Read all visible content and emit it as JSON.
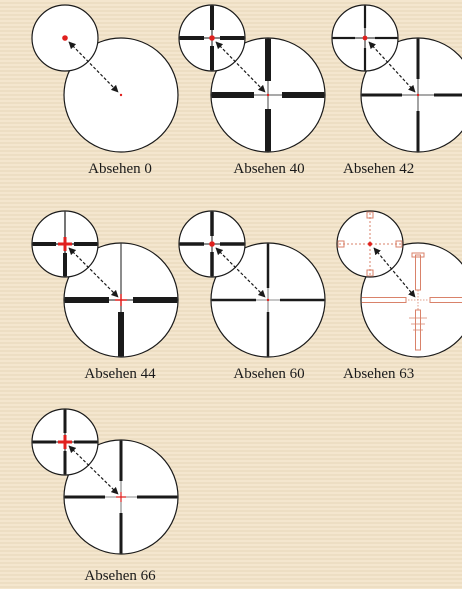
{
  "colors": {
    "background": "#f3e3c8",
    "reticle_line": "#1a1a1a",
    "illumination_red": "#e0201e",
    "reticle_63_orange": "#d9826a",
    "lens_fill": "#ffffff"
  },
  "reticles": [
    {
      "id": "0",
      "caption": "Absehen 0",
      "style": "dot-only"
    },
    {
      "id": "40",
      "caption": "Absehen 40",
      "style": "thick-posts-thin-cross-dot"
    },
    {
      "id": "42",
      "caption": "Absehen 42",
      "style": "thin-posts-dot"
    },
    {
      "id": "44",
      "caption": "Absehen 44",
      "style": "thick-posts-red-cross"
    },
    {
      "id": "60",
      "caption": "Absehen 60",
      "style": "medium-posts-dot"
    },
    {
      "id": "63",
      "caption": "Absehen 63",
      "style": "orange-target-reticle"
    },
    {
      "id": "66",
      "caption": "Absehen 66",
      "style": "thin-posts-red-cross"
    }
  ]
}
